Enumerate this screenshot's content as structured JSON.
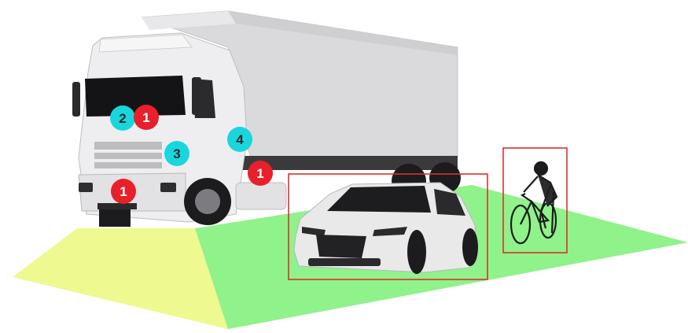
{
  "markers": [
    {
      "id": "m1",
      "label": "1",
      "color": "#e8202a",
      "desc": "windshield-camera"
    },
    {
      "id": "m2",
      "label": "2",
      "color": "#19d6dd",
      "desc": "windshield-sensor"
    },
    {
      "id": "m3",
      "label": "3",
      "color": "#19d6dd",
      "desc": "front-sensor"
    },
    {
      "id": "m4",
      "label": "4",
      "color": "#19d6dd",
      "desc": "side-sensor"
    },
    {
      "id": "m5",
      "label": "1",
      "color": "#e8202a",
      "desc": "side-camera"
    },
    {
      "id": "m6",
      "label": "1",
      "color": "#e8202a",
      "desc": "bumper-camera"
    }
  ],
  "colors": {
    "detection_box": "#d6332e",
    "zone_front": "#eef990",
    "zone_side": "#8ff28a",
    "truck_body": "#ececee",
    "trailer": "#dcdcde",
    "car_body": "#e9e9ea",
    "dark": "#1c1c1e"
  }
}
